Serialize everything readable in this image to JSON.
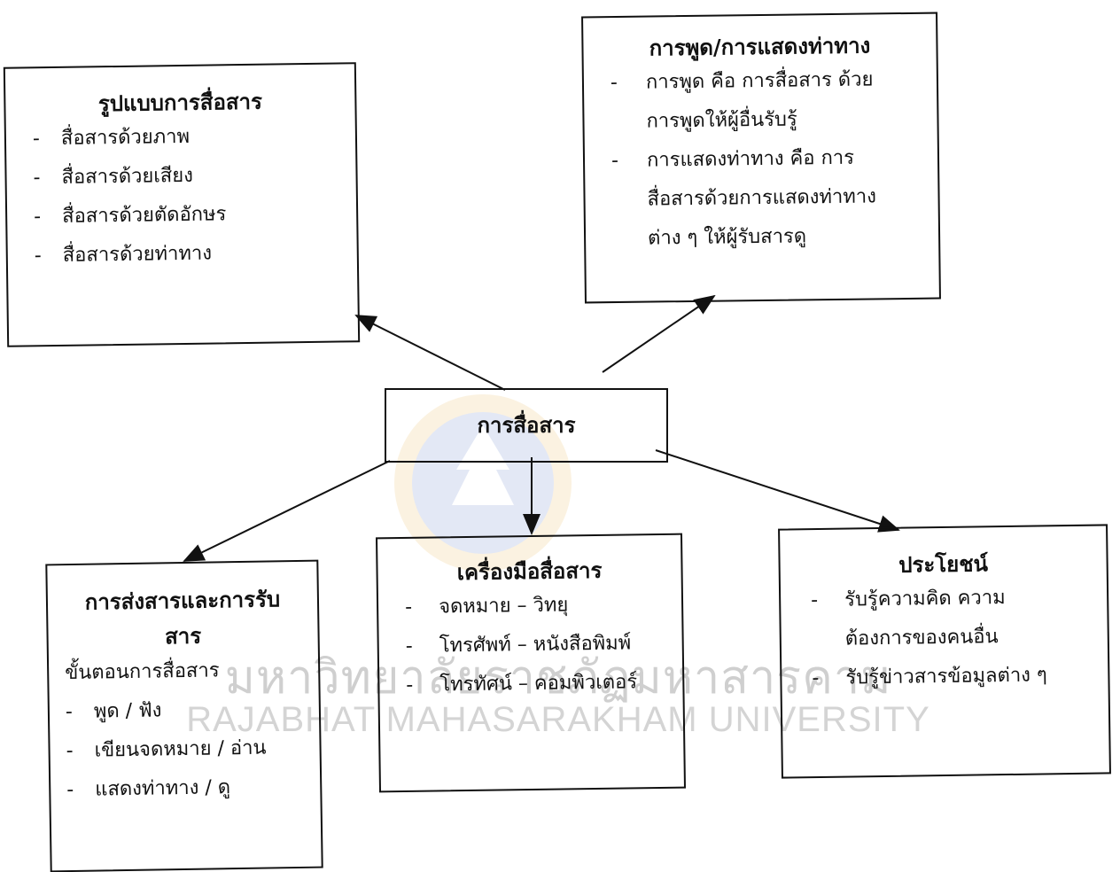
{
  "center": {
    "label": "การสื่อสาร"
  },
  "top_left": {
    "title": "รูปแบบการสื่อสาร",
    "items": [
      "สื่อสารด้วยภาพ",
      "สื่อสารด้วยเสียง",
      "สื่อสารด้วยตัดอักษร",
      "สื่อสารด้วยท่าทาง"
    ]
  },
  "top_right": {
    "title": "การพูด/การแสดงท่าทาง",
    "items": [
      [
        "การพูด  คือ การสื่อสาร ด้วย",
        "การพูดให้ผู้อื่นรับรู้"
      ],
      [
        "การแสดงท่าทาง คือ การ",
        "สื่อสารด้วยการแสดงท่าทาง",
        "ต่าง ๆ ให้ผู้รับสารดู"
      ]
    ]
  },
  "bottom_left": {
    "title_lines": [
      "การส่งสารและการรับ",
      "สาร"
    ],
    "subtitle": "ขั้นตอนการสื่อสาร",
    "items": [
      "พูด / ฟัง",
      "เขียนจดหมาย / อ่าน",
      "แสดงท่าทาง / ดู"
    ]
  },
  "bottom_middle": {
    "title": "เครื่องมือสื่อสาร",
    "items": [
      "จดหมาย – วิทยุ",
      "โทรศัพท์ – หนังสือพิมพ์",
      "โทรทัศน์ – คอมพิวเตอร์"
    ]
  },
  "bottom_right": {
    "title": "ประโยชน์",
    "items": [
      [
        "รับรู้ความคิด  ความ",
        "ต้องการของคนอื่น"
      ],
      [
        "รับรู้ข่าวสารข้อมูลต่าง ๆ"
      ]
    ]
  },
  "watermark": {
    "text_th": "มหาวิทยาลัยราชภัฏมหาสารคาม",
    "text_en": "RAJABHAT MAHASARAKHAM UNIVERSITY"
  }
}
